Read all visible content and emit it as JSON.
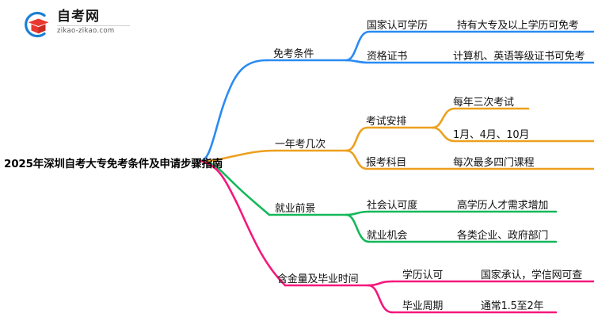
{
  "brand": {
    "name_cn": "自考网",
    "url": "zikao-zikao.com",
    "logo_icon": "graduation-cap-icon",
    "colors": {
      "arc": "#1a7fd4",
      "cap": "#e8382f",
      "cap_dark": "#c92b22"
    }
  },
  "mindmap": {
    "root": "2025年深圳自考大专免考条件及申请步骤指南",
    "colors": {
      "branch1": "#2a8bf2",
      "branch2": "#eda01e",
      "branch3": "#14b85a",
      "branch4": "#f5187c"
    },
    "branches": [
      {
        "label": "免考条件",
        "color": "#2a8bf2",
        "children": [
          {
            "label": "国家认可学历",
            "children": [
              {
                "label": "持有大专及以上学历可免考"
              }
            ]
          },
          {
            "label": "资格证书",
            "children": [
              {
                "label": "计算机、英语等级证书可免考"
              }
            ]
          }
        ]
      },
      {
        "label": "一年考几次",
        "color": "#eda01e",
        "children": [
          {
            "label": "考试安排",
            "children": [
              {
                "label": "每年三次考试"
              },
              {
                "label": "1月、4月、10月"
              }
            ]
          },
          {
            "label": "报考科目",
            "children": [
              {
                "label": "每次最多四门课程"
              }
            ]
          }
        ]
      },
      {
        "label": "就业前景",
        "color": "#14b85a",
        "children": [
          {
            "label": "社会认可度",
            "children": [
              {
                "label": "高学历人才需求增加"
              }
            ]
          },
          {
            "label": "就业机会",
            "children": [
              {
                "label": "各类企业、政府部门"
              }
            ]
          }
        ]
      },
      {
        "label": "含金量及毕业时间",
        "color": "#f5187c",
        "children": [
          {
            "label": "学历认可",
            "children": [
              {
                "label": "国家承认，学信网可查"
              }
            ]
          },
          {
            "label": "毕业周期",
            "children": [
              {
                "label": "通常1.5至2年"
              }
            ]
          }
        ]
      }
    ]
  }
}
